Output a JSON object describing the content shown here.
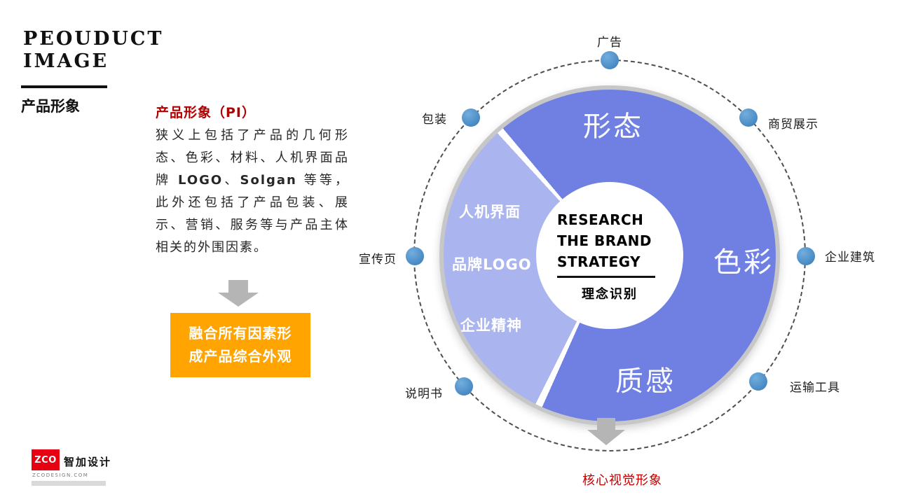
{
  "header": {
    "title_line1": "PEOUDUCT",
    "title_line2": "IMAGE",
    "section_title": "产品形象"
  },
  "left_panel": {
    "heading": "产品形象（PI）",
    "body_parts": [
      {
        "t": "狭义上包括了产品的几何形态、色彩、材料、人机界面品牌 ",
        "b": false
      },
      {
        "t": "LOGO",
        "b": true
      },
      {
        "t": "、",
        "b": false
      },
      {
        "t": "Solgan",
        "b": true
      },
      {
        "t": " 等等，此外还包括了产品包装、展示、营销、服务等与产品主体相关的外围因素。",
        "b": false
      }
    ],
    "box_line1": "融合所有因素形",
    "box_line2": "成产品综合外观"
  },
  "diagram": {
    "outer_nodes": [
      {
        "label": "广告"
      },
      {
        "label": "商贸展示"
      },
      {
        "label": "企业建筑"
      },
      {
        "label": "运输工具"
      },
      {
        "label": "说明书"
      },
      {
        "label": "宣传页"
      },
      {
        "label": "包装"
      }
    ],
    "ring_labels": {
      "top": "形态",
      "right": "色彩",
      "bottom": "质感"
    },
    "inner_segment_labels": [
      "人机界面",
      "品牌LOGO",
      "企业精神"
    ],
    "center": {
      "lines": [
        "RESEARCH",
        "THE BRAND",
        "STRATEGY"
      ],
      "subtitle": "理念识别"
    },
    "caption": "核心视觉形象"
  },
  "logo": {
    "mark": "ZCO",
    "name": "智加设计",
    "domain": "ZCODESIGN.COM"
  },
  "colors": {
    "accent_red": "#C00000",
    "ring_blue": "#6F80E2",
    "ring_light_blue": "#AAB5EF",
    "node_blue": "#4E8FC8",
    "box_orange": "#FFA400",
    "arrow_gray": "#B5B5B5"
  }
}
